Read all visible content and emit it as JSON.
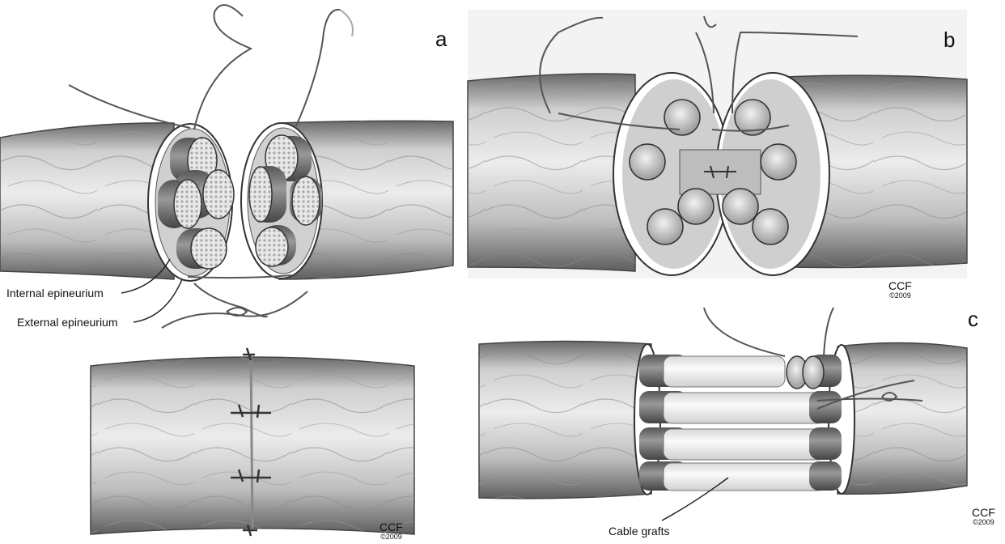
{
  "panels": {
    "a": {
      "letter": "a",
      "labels": {
        "internal": "Internal epineurium",
        "external": "External epineurium"
      },
      "credit": {
        "name": "CCF",
        "year": "©2009"
      }
    },
    "b": {
      "letter": "b",
      "credit": {
        "name": "CCF",
        "year": "©2009"
      }
    },
    "c": {
      "letter": "c",
      "labels": {
        "cable": "Cable grafts"
      },
      "credit": {
        "name": "CCF",
        "year": "©2009"
      }
    }
  },
  "colors": {
    "nerve_dark": "#5a5a5a",
    "nerve_light": "#e6e6e6",
    "fascicle": "#d9d9d9",
    "graft": "#f2f2f2",
    "suture": "#555555",
    "background_b": "#f3f3f3"
  }
}
